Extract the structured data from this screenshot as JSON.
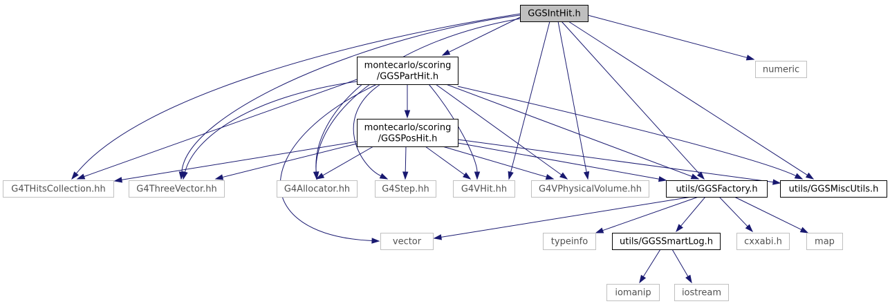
{
  "diagram": {
    "colors": {
      "edge": "#191970",
      "root_fill": "#bfbfbf",
      "linked_border": "#000000",
      "external_border": "#bfbfbf",
      "external_text": "#505050"
    },
    "nodes": [
      {
        "id": "ggsinthit",
        "lines": [
          "GGSIntHit.h"
        ],
        "style": "root"
      },
      {
        "id": "ggsparthit",
        "lines": [
          "montecarlo/scoring",
          "/GGSPartHit.h"
        ],
        "style": "black"
      },
      {
        "id": "ggsposhit",
        "lines": [
          "montecarlo/scoring",
          "/GGSPosHit.h"
        ],
        "style": "black"
      },
      {
        "id": "numeric",
        "lines": [
          "numeric"
        ],
        "style": "gray"
      },
      {
        "id": "g4thitscollection",
        "lines": [
          "G4THitsCollection.hh"
        ],
        "style": "gray"
      },
      {
        "id": "g4threevector",
        "lines": [
          "G4ThreeVector.hh"
        ],
        "style": "gray"
      },
      {
        "id": "g4allocator",
        "lines": [
          "G4Allocator.hh"
        ],
        "style": "gray"
      },
      {
        "id": "g4step",
        "lines": [
          "G4Step.hh"
        ],
        "style": "gray"
      },
      {
        "id": "g4vhit",
        "lines": [
          "G4VHit.hh"
        ],
        "style": "gray"
      },
      {
        "id": "g4vphysicalvolume",
        "lines": [
          "G4VPhysicalVolume.hh"
        ],
        "style": "gray"
      },
      {
        "id": "ggsfactory",
        "lines": [
          "utils/GGSFactory.h"
        ],
        "style": "black"
      },
      {
        "id": "ggsmiscutils",
        "lines": [
          "utils/GGSMiscUtils.h"
        ],
        "style": "black"
      },
      {
        "id": "vector",
        "lines": [
          "vector"
        ],
        "style": "gray"
      },
      {
        "id": "typeinfo",
        "lines": [
          "typeinfo"
        ],
        "style": "gray"
      },
      {
        "id": "ggssmartlog",
        "lines": [
          "utils/GGSSmartLog.h"
        ],
        "style": "black"
      },
      {
        "id": "cxxabi",
        "lines": [
          "cxxabi.h"
        ],
        "style": "gray"
      },
      {
        "id": "map",
        "lines": [
          "map"
        ],
        "style": "gray"
      },
      {
        "id": "iomanip",
        "lines": [
          "iomanip"
        ],
        "style": "gray"
      },
      {
        "id": "iostream",
        "lines": [
          "iostream"
        ],
        "style": "gray"
      }
    ],
    "edges": [
      [
        "ggsinthit",
        "ggsparthit"
      ],
      [
        "ggsinthit",
        "numeric"
      ],
      [
        "ggsinthit",
        "g4thitscollection"
      ],
      [
        "ggsinthit",
        "g4threevector"
      ],
      [
        "ggsinthit",
        "g4allocator"
      ],
      [
        "ggsinthit",
        "g4vhit"
      ],
      [
        "ggsinthit",
        "g4vphysicalvolume"
      ],
      [
        "ggsinthit",
        "ggsfactory"
      ],
      [
        "ggsinthit",
        "ggsmiscutils"
      ],
      [
        "ggsparthit",
        "ggsposhit"
      ],
      [
        "ggsparthit",
        "g4thitscollection"
      ],
      [
        "ggsparthit",
        "g4threevector"
      ],
      [
        "ggsparthit",
        "g4allocator"
      ],
      [
        "ggsparthit",
        "g4step"
      ],
      [
        "ggsparthit",
        "g4vhit"
      ],
      [
        "ggsparthit",
        "g4vphysicalvolume"
      ],
      [
        "ggsparthit",
        "ggsfactory"
      ],
      [
        "ggsparthit",
        "ggsmiscutils"
      ],
      [
        "ggsparthit",
        "vector"
      ],
      [
        "ggsposhit",
        "g4thitscollection"
      ],
      [
        "ggsposhit",
        "g4threevector"
      ],
      [
        "ggsposhit",
        "g4allocator"
      ],
      [
        "ggsposhit",
        "g4step"
      ],
      [
        "ggsposhit",
        "g4vhit"
      ],
      [
        "ggsposhit",
        "g4vphysicalvolume"
      ],
      [
        "ggsposhit",
        "ggsfactory"
      ],
      [
        "ggsposhit",
        "ggsmiscutils"
      ],
      [
        "ggsfactory",
        "vector"
      ],
      [
        "ggsfactory",
        "typeinfo"
      ],
      [
        "ggsfactory",
        "ggssmartlog"
      ],
      [
        "ggsfactory",
        "cxxabi"
      ],
      [
        "ggsfactory",
        "map"
      ],
      [
        "ggssmartlog",
        "iomanip"
      ],
      [
        "ggssmartlog",
        "iostream"
      ]
    ]
  }
}
